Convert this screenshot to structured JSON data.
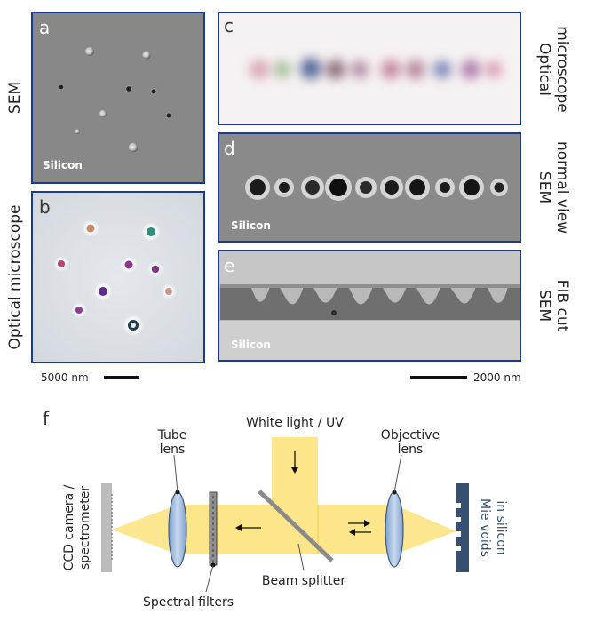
{
  "panels": {
    "a": {
      "letter": "a",
      "material": "Silicon",
      "side_label": "SEM"
    },
    "b": {
      "letter": "b",
      "side_label": "Optical microscope"
    },
    "c": {
      "letter": "c",
      "side_label_1": "Optical",
      "side_label_2": "microscope"
    },
    "d": {
      "letter": "d",
      "material": "Silicon",
      "side_label_1": "SEM",
      "side_label_2": "normal view"
    },
    "e": {
      "letter": "e",
      "material": "Silicon",
      "side_label_1": "SEM",
      "side_label_2": "FIB cut"
    }
  },
  "scalebars": {
    "left": "5000 nm",
    "right": "2000 nm"
  },
  "setup": {
    "letter": "f",
    "tube_lens_1": "Tube",
    "tube_lens_2": "lens",
    "white_light": "White light / UV",
    "objective_1": "Objective",
    "objective_2": "lens",
    "camera_1": "CCD camera /",
    "camera_2": "spectrometer",
    "sample_1": "Mie voids",
    "sample_2": "in silicon",
    "beam_splitter": "Beam splitter",
    "filters": "Spectral filters"
  },
  "colors": {
    "panel_border": "#1c3a8a",
    "sem_gray": "#858585",
    "beam_yellow": "#fde58a",
    "sample_blue": "#36506f",
    "lens_blue": "#a9c4e4"
  }
}
